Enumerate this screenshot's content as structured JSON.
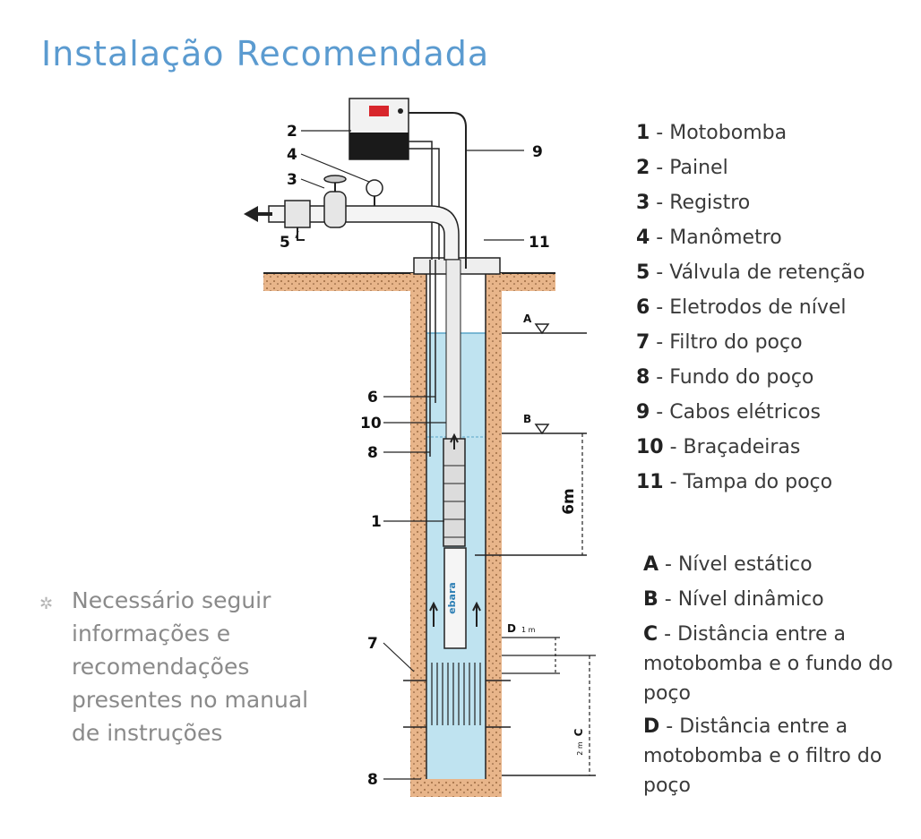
{
  "title": "Instalação Recomendada",
  "legend": [
    {
      "num": "1",
      "text": " - Motobomba"
    },
    {
      "num": "2",
      "text": " - Painel"
    },
    {
      "num": "3",
      "text": " - Registro"
    },
    {
      "num": "4",
      "text": " - Manômetro"
    },
    {
      "num": "5",
      "text": " - Válvula de retenção"
    },
    {
      "num": "6",
      "text": " - Eletrodos de nível"
    },
    {
      "num": "7",
      "text": " - Filtro do poço"
    },
    {
      "num": "8",
      "text": " - Fundo do poço"
    },
    {
      "num": "9",
      "text": " - Cabos elétricos"
    },
    {
      "num": "10",
      "text": " - Braçadeiras"
    },
    {
      "num": "11",
      "text": " - Tampa do poço"
    }
  ],
  "levels": [
    {
      "letter": "A",
      "text": " - Nível estático"
    },
    {
      "letter": "B",
      "text": " - Nível dinâmico"
    },
    {
      "letter": "C",
      "text": " - Distância entre a motobomba e o fundo do poço"
    },
    {
      "letter": "D",
      "text": " - Distância entre a motobomba e o filtro do poço"
    }
  ],
  "note": {
    "icon": "asterisk-icon",
    "text": "Necessário seguir informações e recomendações presentes no manual de instruções"
  },
  "diagram": {
    "callouts": [
      "2",
      "4",
      "3",
      "5",
      "9",
      "11",
      "6",
      "10",
      "8",
      "1",
      "7",
      "8"
    ],
    "level_marks": [
      "A",
      "B",
      "D",
      "C"
    ],
    "dim_6m": "6m",
    "dim_1m": "1 m",
    "dim_2m": "2 m",
    "pump_brand": "ebara"
  }
}
